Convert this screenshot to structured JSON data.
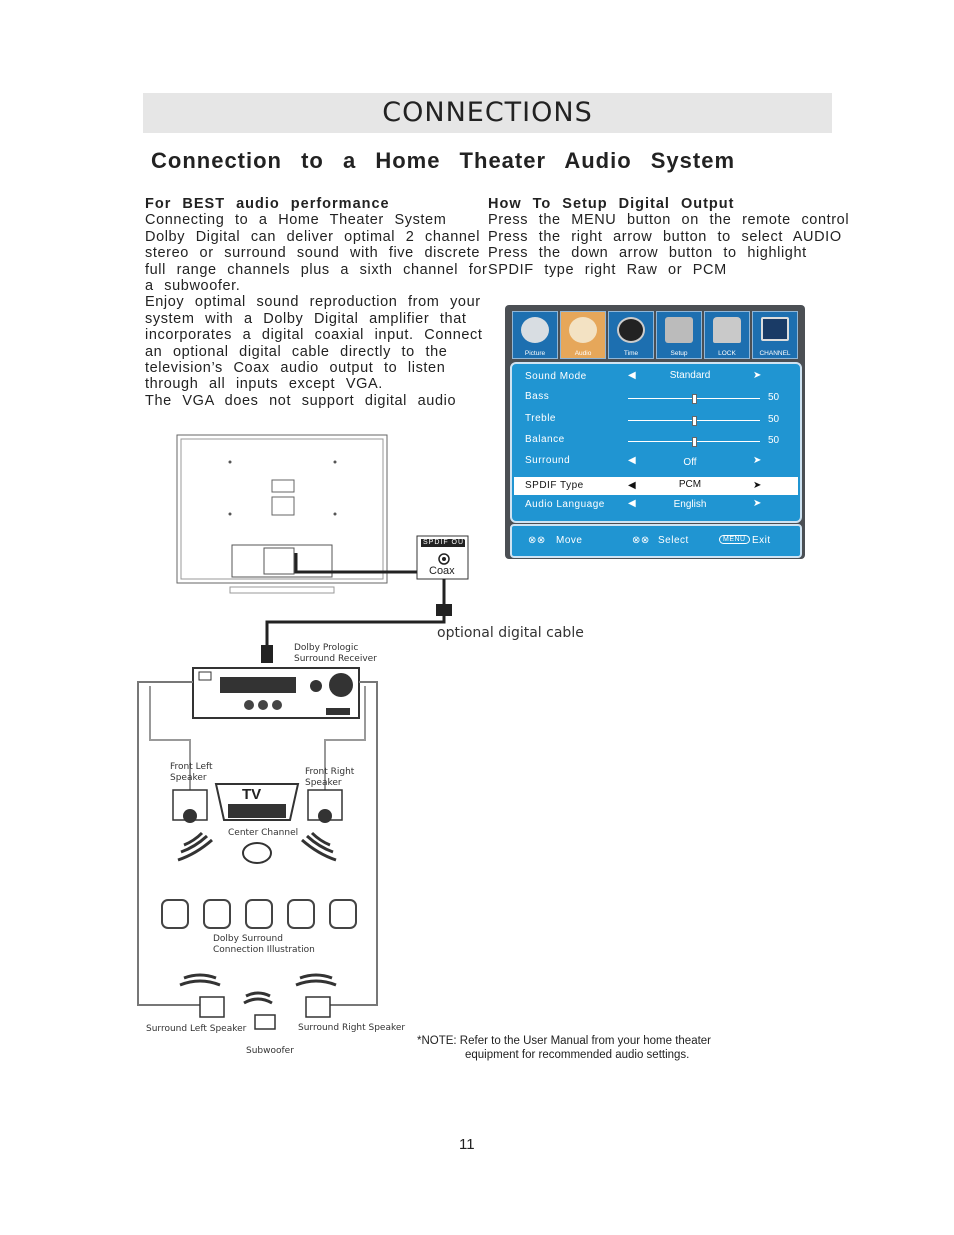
{
  "banner": {
    "title": "CONNECTIONS"
  },
  "heading": "Connection  to  a  Home  Theater  Audio  System",
  "left_column": {
    "title": "For  BEST  audio  performance",
    "lines": [
      "Connecting  to  a  Home  Theater  System",
      "Dolby  Digital  can  deliver  optimal  2  channel",
      "stereo  or  surround  sound  with  five  discrete",
      "full  range  channels  plus  a  sixth  channel  for",
      "a  subwoofer.",
      "Enjoy  optimal  sound  reproduction  from  your",
      "system  with  a  Dolby  Digital  amplifier  that",
      "incorporates  a  digital  coaxial  input.  Connect",
      "an  optional  digital  cable  directly  to  the",
      "television’s  Coax  audio  output  to  listen",
      "through  all  inputs  except  VGA.",
      "  The  VGA  does  not  support  digital  audio"
    ]
  },
  "right_column": {
    "title": "How  To  Setup  Digital  Output",
    "lines": [
      "Press  the  MENU  button  on  the  remote  control",
      "Press  the  right        arrow  button  to  select  AUDIO",
      "Press  the  down        arrow  button  to  highlight",
      "SPDIF  type  right        Raw  or  PCM"
    ]
  },
  "menu": {
    "tabs": [
      "Picture",
      "Audio",
      "Time",
      "Setup",
      "LOCK",
      "CHANNEL"
    ],
    "active_tab": "Audio",
    "rows": [
      {
        "label": "Sound  Mode",
        "value": "Standard"
      },
      {
        "label": "Bass",
        "value": "50"
      },
      {
        "label": "Treble",
        "value": "50"
      },
      {
        "label": "Balance",
        "value": "50"
      },
      {
        "label": "Surround",
        "value": "Off"
      },
      {
        "label": "SPDIF  Type",
        "value": "PCM"
      },
      {
        "label": "Audio  Language",
        "value": "English"
      }
    ],
    "footer": {
      "move": "Move",
      "select": "Select",
      "menu_key": "MENU",
      "exit": "Exit"
    }
  },
  "diagram": {
    "spdif_label": "SPDIF  OUT",
    "coax_label": "Coax",
    "cable_label": "optional digital cable",
    "receiver_label_1": "Dolby Prologic",
    "receiver_label_2": "Surround Receiver",
    "front_left_1": "Front Left",
    "front_left_2": "Speaker",
    "front_right_1": "Front Right",
    "front_right_2": "Speaker",
    "tv_label": "TV",
    "center_label": "Center Channel",
    "surround_label_1": "Dolby Surround",
    "surround_label_2": "Connection Illustration",
    "surround_left": "Surround Left Speaker",
    "surround_right": "Surround Right Speaker",
    "subwoofer": "Subwoofer"
  },
  "note": {
    "line1": "*NOTE: Refer to the User Manual from your home theater",
    "line2": "equipment for recommended audio settings."
  },
  "page_number": "11"
}
